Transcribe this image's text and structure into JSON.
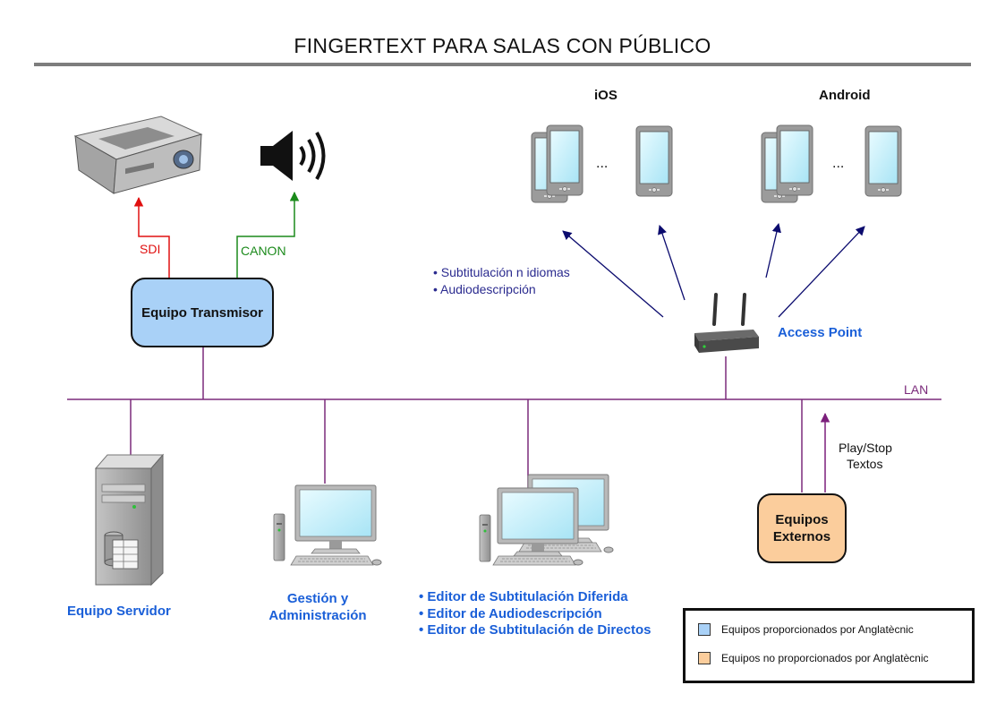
{
  "title": "FINGERTEXT PARA SALAS CON PÚBLICO",
  "labels": {
    "ios": "iOS",
    "android": "Android",
    "ellipsis": "...",
    "sdi": "SDI",
    "canon": "CANON",
    "lan": "LAN",
    "access_point": "Access Point",
    "play_stop": "Play/Stop",
    "textos": "Textos"
  },
  "transmisor": {
    "label": "Equipo Transmisor"
  },
  "externos": {
    "line1": "Equipos",
    "line2": "Externos"
  },
  "mobile_services": [
    "• Subtitulación n idiomas",
    "• Audiodescripción"
  ],
  "servidor": {
    "label": "Equipo Servidor"
  },
  "gestion": {
    "line1": "Gestión y",
    "line2": "Administración"
  },
  "editors": [
    "• Editor de Subtitulación Diferida",
    "• Editor de Audiodescripción",
    "• Editor de Subtitulación de Directos"
  ],
  "legend": [
    {
      "label": "Equipos proporcionados por Anglatècnic",
      "color": "#a9d1f7"
    },
    {
      "label": "Equipos no proporcionados por Anglatècnic",
      "color": "#fbcd9c"
    }
  ],
  "colors": {
    "lan_line": "#7b2a7b",
    "arrow_wifi": "#0b0b6e",
    "arrow_sdi": "#e01010",
    "arrow_canon": "#1b8a1b",
    "arrow_play": "#7b1f7b",
    "blue_box": "#a9d1f7",
    "orange_box": "#fbcd9c"
  }
}
